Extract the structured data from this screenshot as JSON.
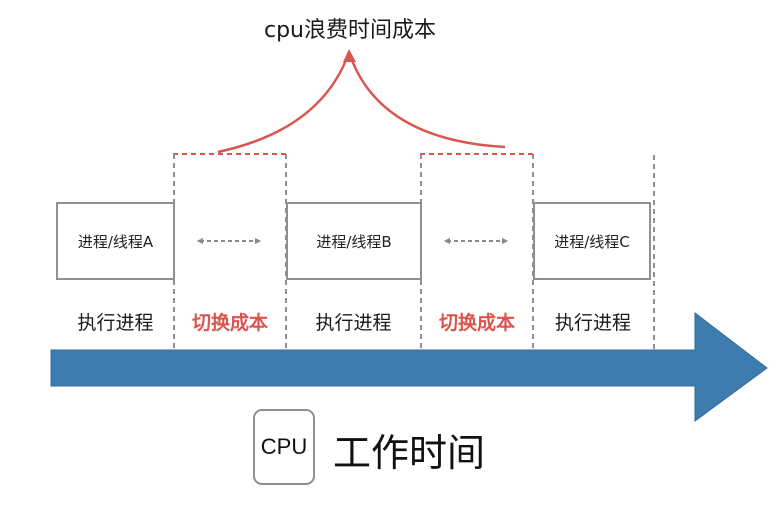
{
  "title": "cpu浪费时间成本",
  "colors": {
    "arrow_blue": "#3e7baf",
    "cost_red": "#d9564f",
    "box_gray": "#8f8f97"
  },
  "processes": [
    {
      "label": "进程/线程A"
    },
    {
      "label": "进程/线程B"
    },
    {
      "label": "进程/线程C"
    }
  ],
  "phases": [
    {
      "label": "执行进程",
      "type": "exec"
    },
    {
      "label": "切换成本",
      "type": "switch"
    },
    {
      "label": "执行进程",
      "type": "exec"
    },
    {
      "label": "切换成本",
      "type": "switch"
    },
    {
      "label": "执行进程",
      "type": "exec"
    }
  ],
  "timeline": {
    "cpu_label": "CPU",
    "axis_label": "工作时间"
  }
}
